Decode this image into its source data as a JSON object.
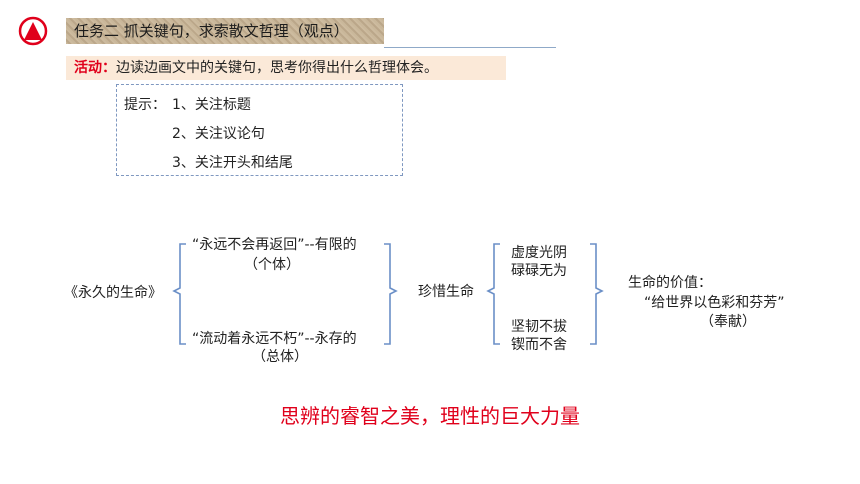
{
  "header": {
    "task_title": "任务二  抓关键句，求索散文哲理（观点）"
  },
  "activity": {
    "label": "活动：",
    "text": "边读边画文中的关键句，思考你得出什么哲理体会。"
  },
  "hints": {
    "prefix": "提示：",
    "items": [
      "1、关注标题",
      "2、关注议论句",
      "3、关注开头和结尾"
    ]
  },
  "diagram": {
    "root": "《永久的生命》",
    "branch_top": {
      "line1": "“永远不会再返回”--有限的",
      "line2": "（个体）"
    },
    "branch_bottom": {
      "line1": "“流动着永远不朽”--永存的",
      "line2": "（总体）"
    },
    "middle": "珍惜生命",
    "right_top": {
      "line1": "虚度光阴",
      "line2": "碌碌无为"
    },
    "right_bottom": {
      "line1": "坚韧不拔",
      "line2": "锲而不舍"
    },
    "value": {
      "line1": "生命的价值：",
      "line2": "“给世界以色彩和芬芳”",
      "line3": "（奉献）"
    }
  },
  "conclusion": "思辨的睿智之美，理性的巨大力量",
  "colors": {
    "accent_red": "#e0001b",
    "brace_blue": "#6b8fc7"
  }
}
